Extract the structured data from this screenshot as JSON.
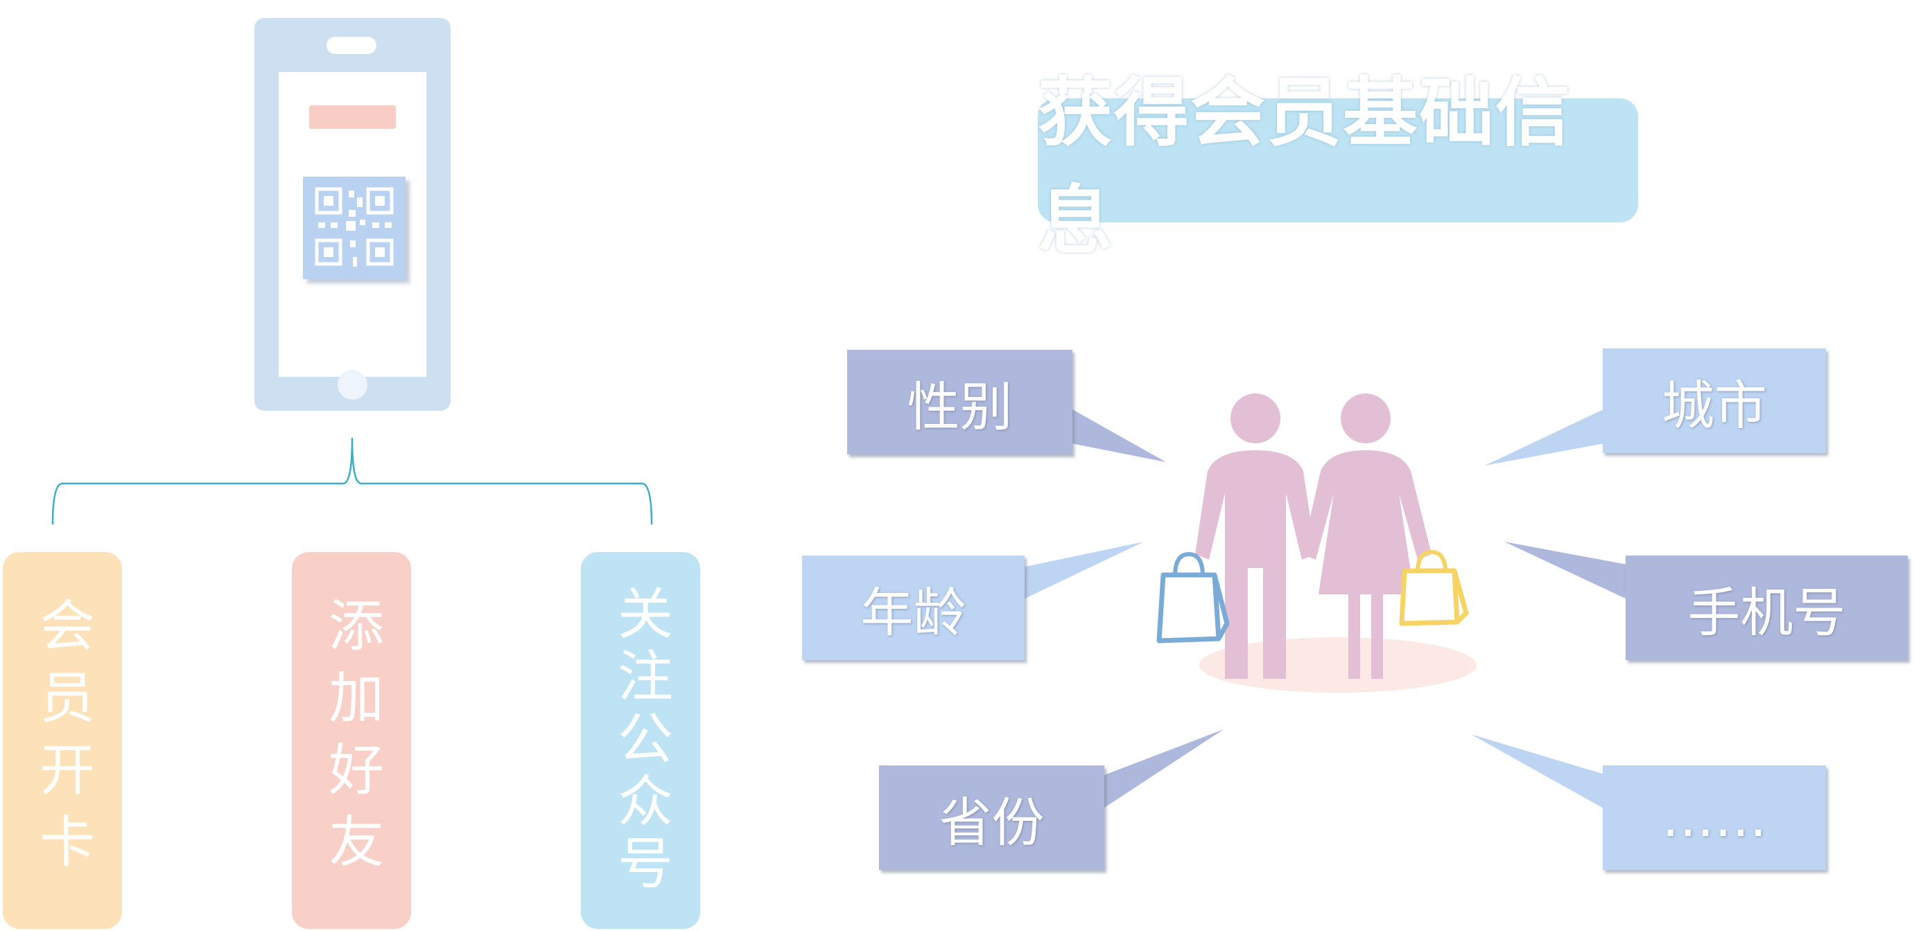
{
  "title": "获得会员基础信息",
  "columns": [
    {
      "label": "会员开卡",
      "color": "#fde1b9"
    },
    {
      "label": "添加好友",
      "color": "#f8d0c8"
    },
    {
      "label": "关注公众号",
      "color": "#bde3f4"
    }
  ],
  "attributes": {
    "gender": "性别",
    "age": "年龄",
    "province": "省份",
    "city": "城市",
    "phone": "手机号",
    "more": "……"
  },
  "colors": {
    "phone": "#cde0f1",
    "person": "#e2bfd4",
    "purple_box": "#aeb8dc",
    "blue_box": "#bdd4f3",
    "bracket": "#3aaec3",
    "bag_blue": "#7aaad6",
    "bag_yellow": "#f6d464"
  }
}
